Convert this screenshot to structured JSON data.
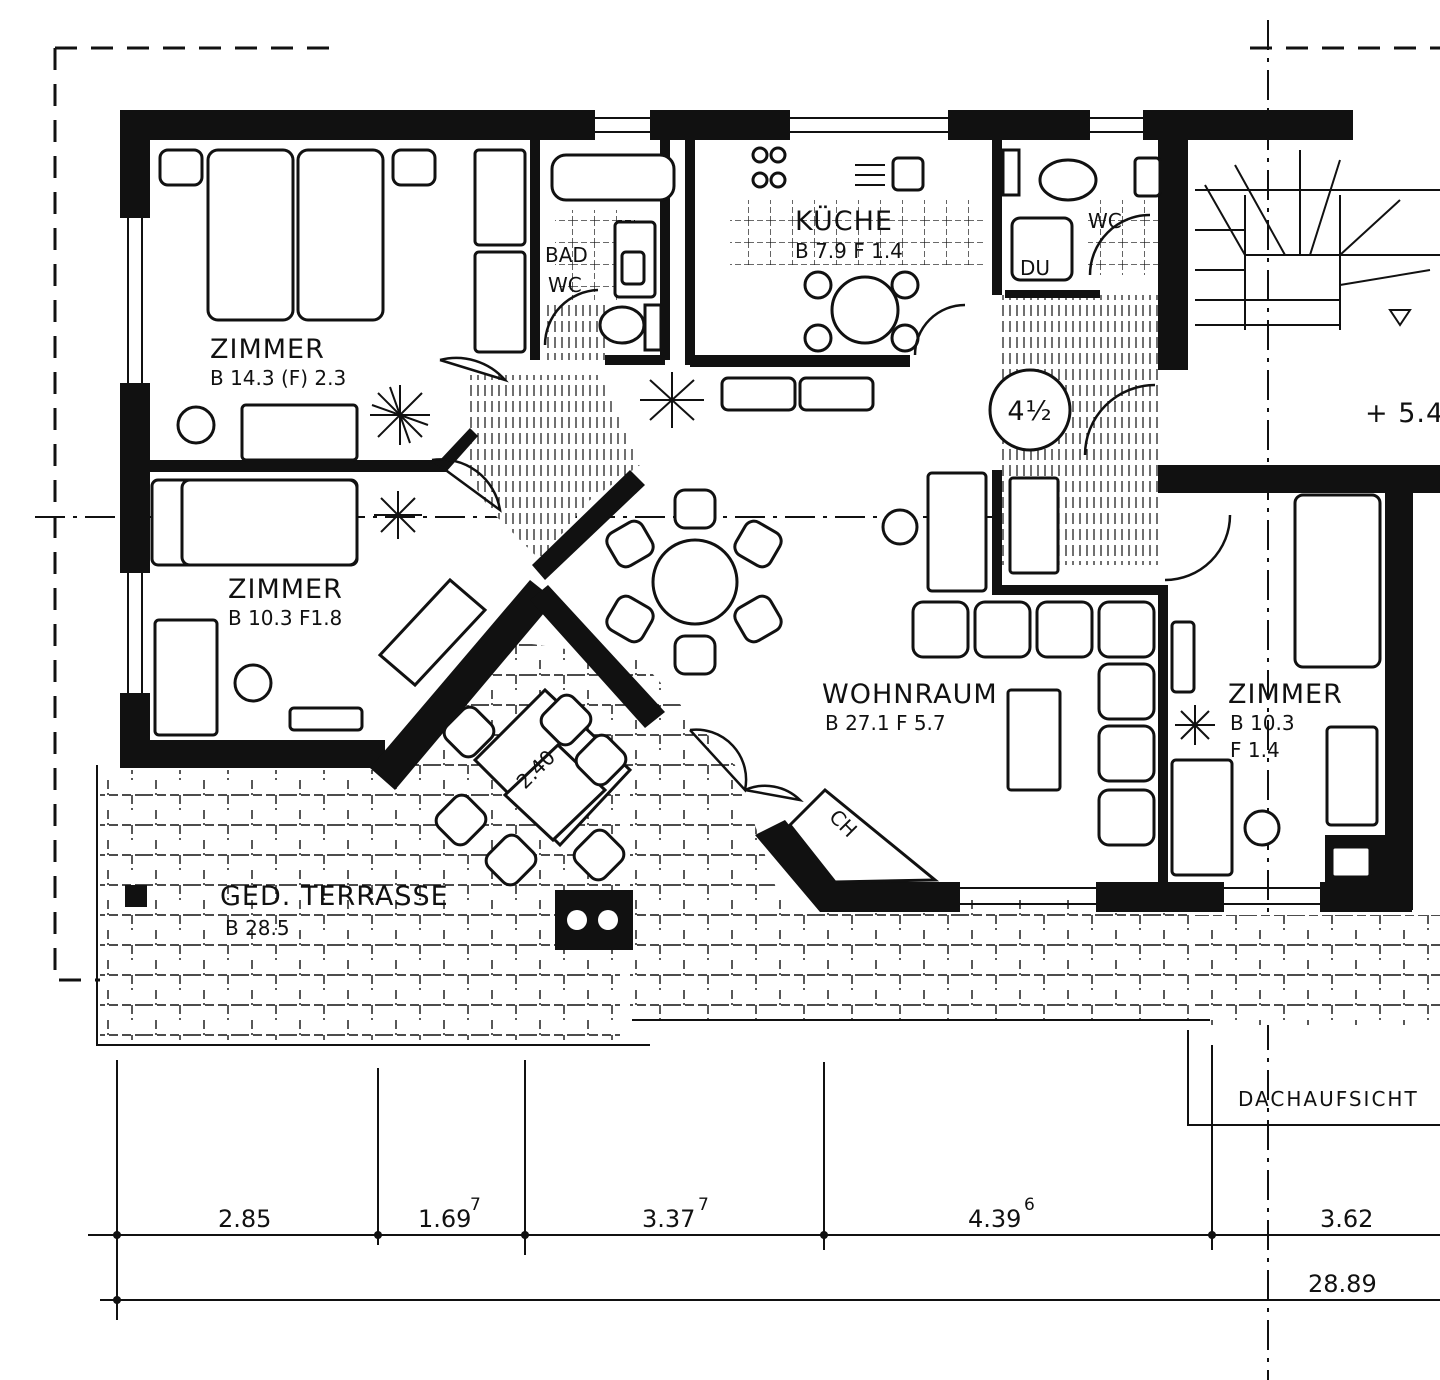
{
  "rooms": {
    "zimmer1": {
      "name": "ZIMMER",
      "area": "B 14.3 (F) 2.3"
    },
    "zimmer2": {
      "name": "ZIMMER",
      "area": "B  10.3   F1.8"
    },
    "zimmer3": {
      "name": "ZIMMER",
      "area_b": "B 10.3",
      "area_f": "F  1.4"
    },
    "bad": {
      "name_1": "BAD",
      "name_2": "WC"
    },
    "kueche": {
      "name": "KÜCHE",
      "area": "B  7.9  F 1.4"
    },
    "wc": {
      "name": "WC"
    },
    "du": {
      "name": "DU"
    },
    "wohnraum": {
      "name": "WOHNRAUM",
      "area": "B 27.1   F 5.7"
    },
    "terrasse": {
      "name": "GED. TERRASSE",
      "area": "B  28.5"
    }
  },
  "unit_badge": "4½",
  "terrace_table": "2.40",
  "chimney": "CH",
  "level": "+ 5.4",
  "roof_view": "DACHAUFSICHT",
  "dimensions": {
    "segments": [
      {
        "main": "2.85",
        "sup": ""
      },
      {
        "main": "1.69",
        "sup": "7"
      },
      {
        "main": "3.37",
        "sup": "7"
      },
      {
        "main": "4.39",
        "sup": "6"
      },
      {
        "main": "3.62",
        "sup": ""
      }
    ],
    "total": "28.89"
  }
}
